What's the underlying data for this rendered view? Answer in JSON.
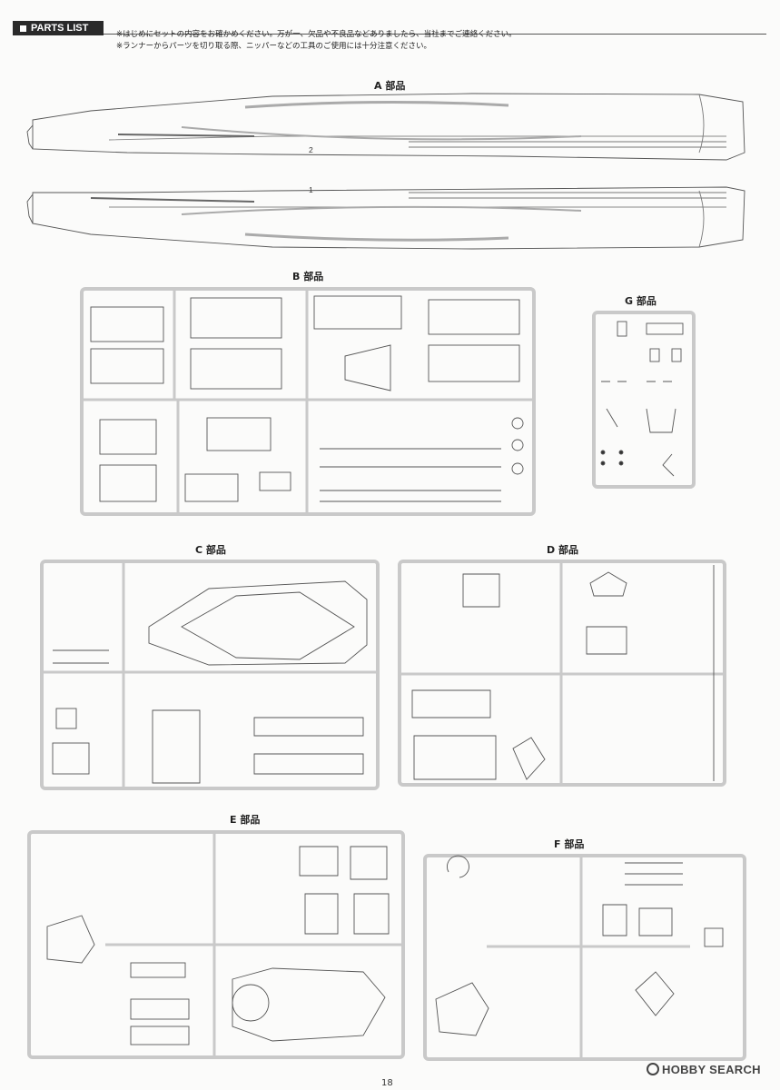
{
  "header": {
    "title": "PARTS LIST",
    "notes": [
      "※はじめにセットの内容をお確かめください。万が一、欠品や不良品などありましたら、当社までご連絡ください。",
      "※ランナーからパーツを切り取る際、ニッパーなどの工具のご使用には十分注意ください。"
    ]
  },
  "sections": {
    "a": {
      "title": "A 部品",
      "parts": [
        "2",
        "1"
      ]
    },
    "b": {
      "title": "B 部品"
    },
    "g": {
      "title": "G 部品"
    },
    "c": {
      "title": "C 部品"
    },
    "d": {
      "title": "D 部品"
    },
    "e": {
      "title": "E 部品"
    },
    "f": {
      "title": "F 部品"
    }
  },
  "page_number": "18",
  "watermark": "HOBBY SEARCH"
}
